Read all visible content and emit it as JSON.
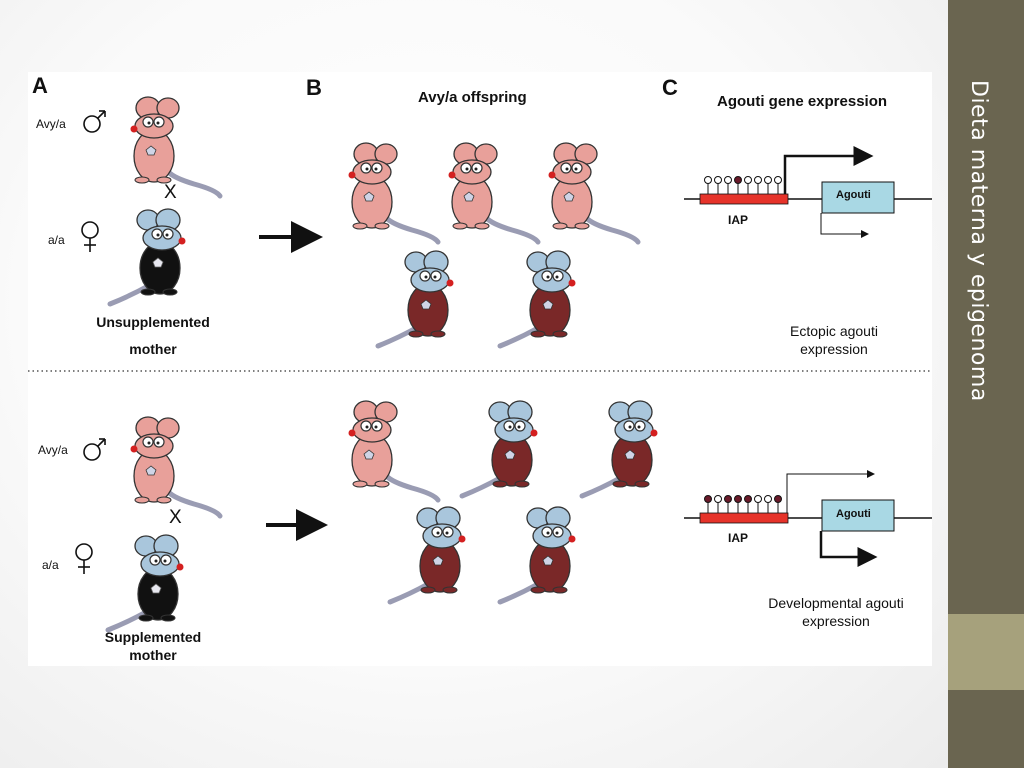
{
  "slide": {
    "title": "Dieta materna y epigenoma"
  },
  "figure": {
    "panels": {
      "a": "A",
      "b": "B",
      "c": "C"
    },
    "offspring_header": "Avy/a offspring",
    "expression_header": "Agouti gene expression",
    "father_genotype": "Avy/a",
    "mother_genotype": "a/a",
    "cross_symbol": "X",
    "top": {
      "mother_line1": "Unsupplemented",
      "mother_line2": "mother",
      "gene_label": "Agouti",
      "iap_label": "IAP",
      "caption_line1": "Ectopic agouti",
      "caption_line2": "expression"
    },
    "bottom": {
      "mother_line1": "Supplemented",
      "mother_line2": "mother",
      "gene_label": "Agouti",
      "iap_label": "IAP",
      "caption_line1": "Developmental agouti",
      "caption_line2": "expression"
    }
  },
  "colors": {
    "yellow_mouse": "#e8a09a",
    "agouti_mouse": "#7a2828",
    "black_mouse": "#111111",
    "mouse_head": "#a9c6dc",
    "iap_bar": "#e6332a",
    "agouti_box": "#a9d8e4",
    "methylated": "#6a1b2a",
    "side_band": "#6a6550"
  }
}
